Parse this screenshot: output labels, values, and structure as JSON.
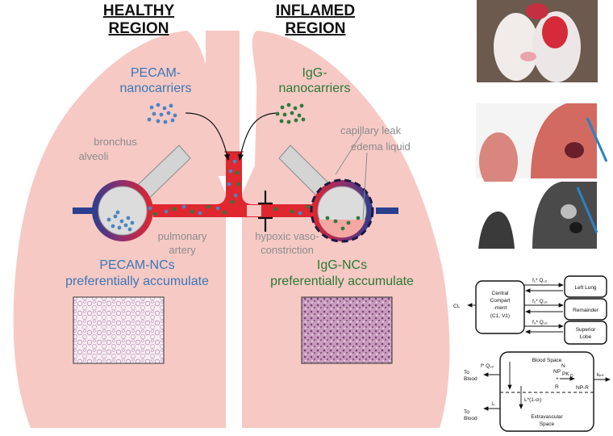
{
  "headers": {
    "healthy_line1": "HEALTHY",
    "healthy_line2": "REGION",
    "inflamed_line1": "INFLAMED",
    "inflamed_line2": "REGION"
  },
  "left": {
    "carrier_line1": "PECAM-",
    "carrier_line2": "nanocarriers",
    "bronchus": "bronchus",
    "alveoli": "alveoli",
    "accum_line1": "PECAM-NCs",
    "accum_line2": "preferentially accumulate"
  },
  "center": {
    "artery_line1": "pulmonary",
    "artery_line2": "artery",
    "hypoxic_line1": "hypoxic vaso-",
    "hypoxic_line2": "constriction"
  },
  "right": {
    "carrier_line1": "IgG-",
    "carrier_line2": "nanocarriers",
    "capillary": "capillary leak",
    "edema": "edema liquid",
    "accum_line1": "IgG-NCs",
    "accum_line2": "preferentially accumulate"
  },
  "pk_top": {
    "cl": "CL",
    "central_line1": "Central",
    "central_line2": "Compart",
    "central_line3": "-ment",
    "central_line4": "(C1, V1)",
    "left_lung": "Left Lung",
    "remainder": "Remainder",
    "superior_line1": "Superior",
    "superior_line2": "Lobe",
    "f1": "f₁* Q꜀ₒ",
    "f2": "f₂* Q꜀ₒ",
    "f3": "f₃* Q꜀ₒ"
  },
  "pk_bottom": {
    "blood_space": "Blood Space",
    "extravascular_line1": "Extravascular",
    "extravascular_line2": "Space",
    "fq": "f* Q꜀ₒ",
    "to_blood_1a": "To",
    "to_blood_1b": "Blood",
    "to_blood_2a": "To",
    "to_blood_2b": "Blood",
    "lsigma": "L*(1-σₗ)",
    "l": "L",
    "np": "NP",
    "n": "N",
    "pk": "PK",
    "pk_sub": "D",
    "plus": "+",
    "r": "R",
    "npr": "NP-R",
    "kint": "kᵢₙₜ"
  },
  "colors": {
    "lung": "#f6c9c5",
    "vessel": "#e0262f",
    "deoxy": "#2b3f8f",
    "blue_text": "#3a78b5",
    "green_text": "#2a7a33",
    "gray_text": "#8c8c8c",
    "pecam_dot": "#4a86c0",
    "igg_dot": "#2f7a3c"
  }
}
